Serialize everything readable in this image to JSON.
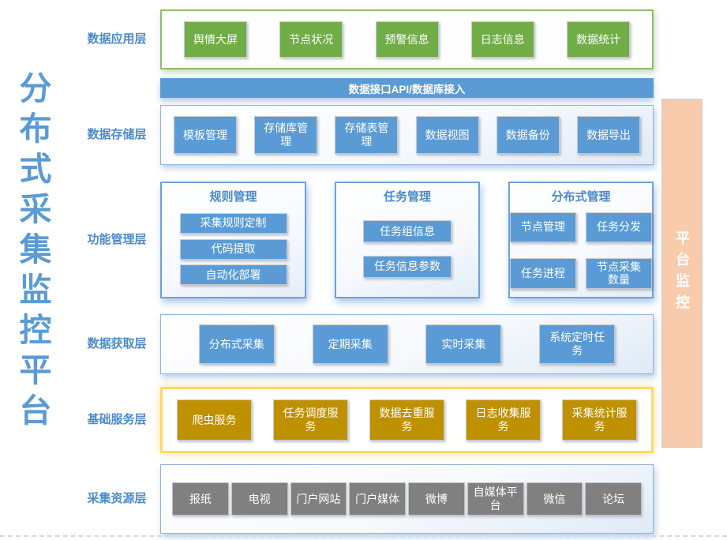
{
  "title": "分布式采集监控平台",
  "side_bar": {
    "label": "平台监控"
  },
  "api_bar": {
    "label": "数据接口API/数据库接入"
  },
  "layers": {
    "app": {
      "label": "数据应用层",
      "buttons": [
        "舆情大屏",
        "节点状况",
        "预警信息",
        "日志信息",
        "数据统计"
      ]
    },
    "storage": {
      "label": "数据存储层",
      "buttons": [
        "模板管理",
        "存储库管理",
        "存储表管理",
        "数据视图",
        "数据备份",
        "数据导出"
      ]
    },
    "function": {
      "label": "功能管理层",
      "groups": [
        {
          "title": "规则管理",
          "buttons": [
            "采集规则定制",
            "代码提取",
            "自动化部署"
          ]
        },
        {
          "title": "任务管理",
          "buttons": [
            "任务组信息",
            "任务信息参数"
          ]
        },
        {
          "title": "分布式管理",
          "buttons": [
            "节点管理",
            "任务分发",
            "任务进程",
            "节点采集数量"
          ]
        }
      ]
    },
    "acquisition": {
      "label": "数据获取层",
      "buttons": [
        "分布式采集",
        "定期采集",
        "实时采集",
        "系统定时任务"
      ]
    },
    "services": {
      "label": "基础服务层",
      "buttons": [
        "爬虫服务",
        "任务调度服务",
        "数据去重服务",
        "日志收集服务",
        "采集统计服务"
      ]
    },
    "resources": {
      "label": "采集资源层",
      "buttons": [
        "报纸",
        "电视",
        "门户网站",
        "门户媒体",
        "微博",
        "自媒体平台",
        "微信",
        "论坛"
      ]
    }
  },
  "colors": {
    "accent_blue": "#5b9bd5",
    "green": "#70ad47",
    "gold": "#bf9000",
    "gray": "#808080",
    "salmon": "#f8cbad",
    "green_border": "#8fbc74",
    "yellow_border": "#ffd966"
  }
}
